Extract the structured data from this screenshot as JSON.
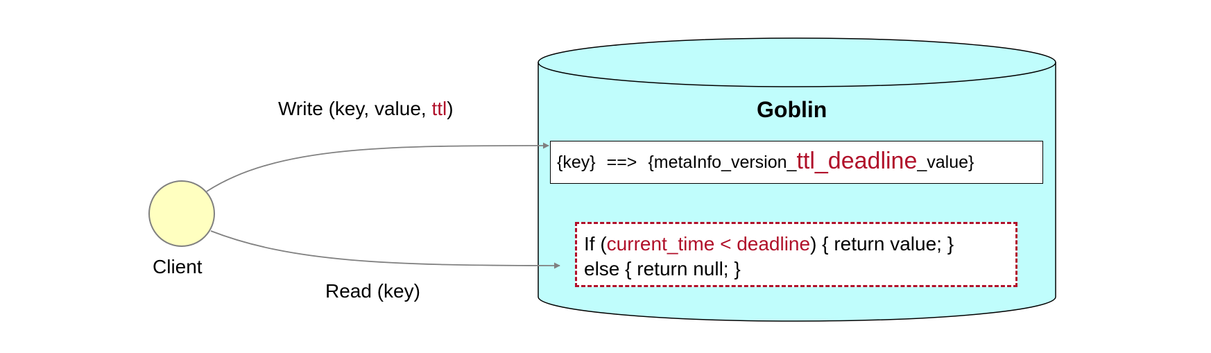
{
  "colors": {
    "accent": "#b0102a",
    "cylinder_fill": "#c0fdfc",
    "client_fill": "#ffffc0",
    "edge": "#808080"
  },
  "client": {
    "label": "Client"
  },
  "write_edge": {
    "prefix": "Write (key, value, ",
    "ttl": "ttl",
    "suffix": ")"
  },
  "read_edge": {
    "label": "Read (key)"
  },
  "store": {
    "title": "Goblin",
    "kv": {
      "key": "{key}",
      "arrow": "==>",
      "value_prefix": "{metaInfo_version_",
      "ttl_deadline": "ttl_deadline",
      "value_suffix": "_value}"
    },
    "logic": {
      "if_prefix": "If (",
      "condition": "current_time < deadline",
      "if_suffix": ") { return value; }",
      "else_line": "else { return null; }"
    }
  }
}
